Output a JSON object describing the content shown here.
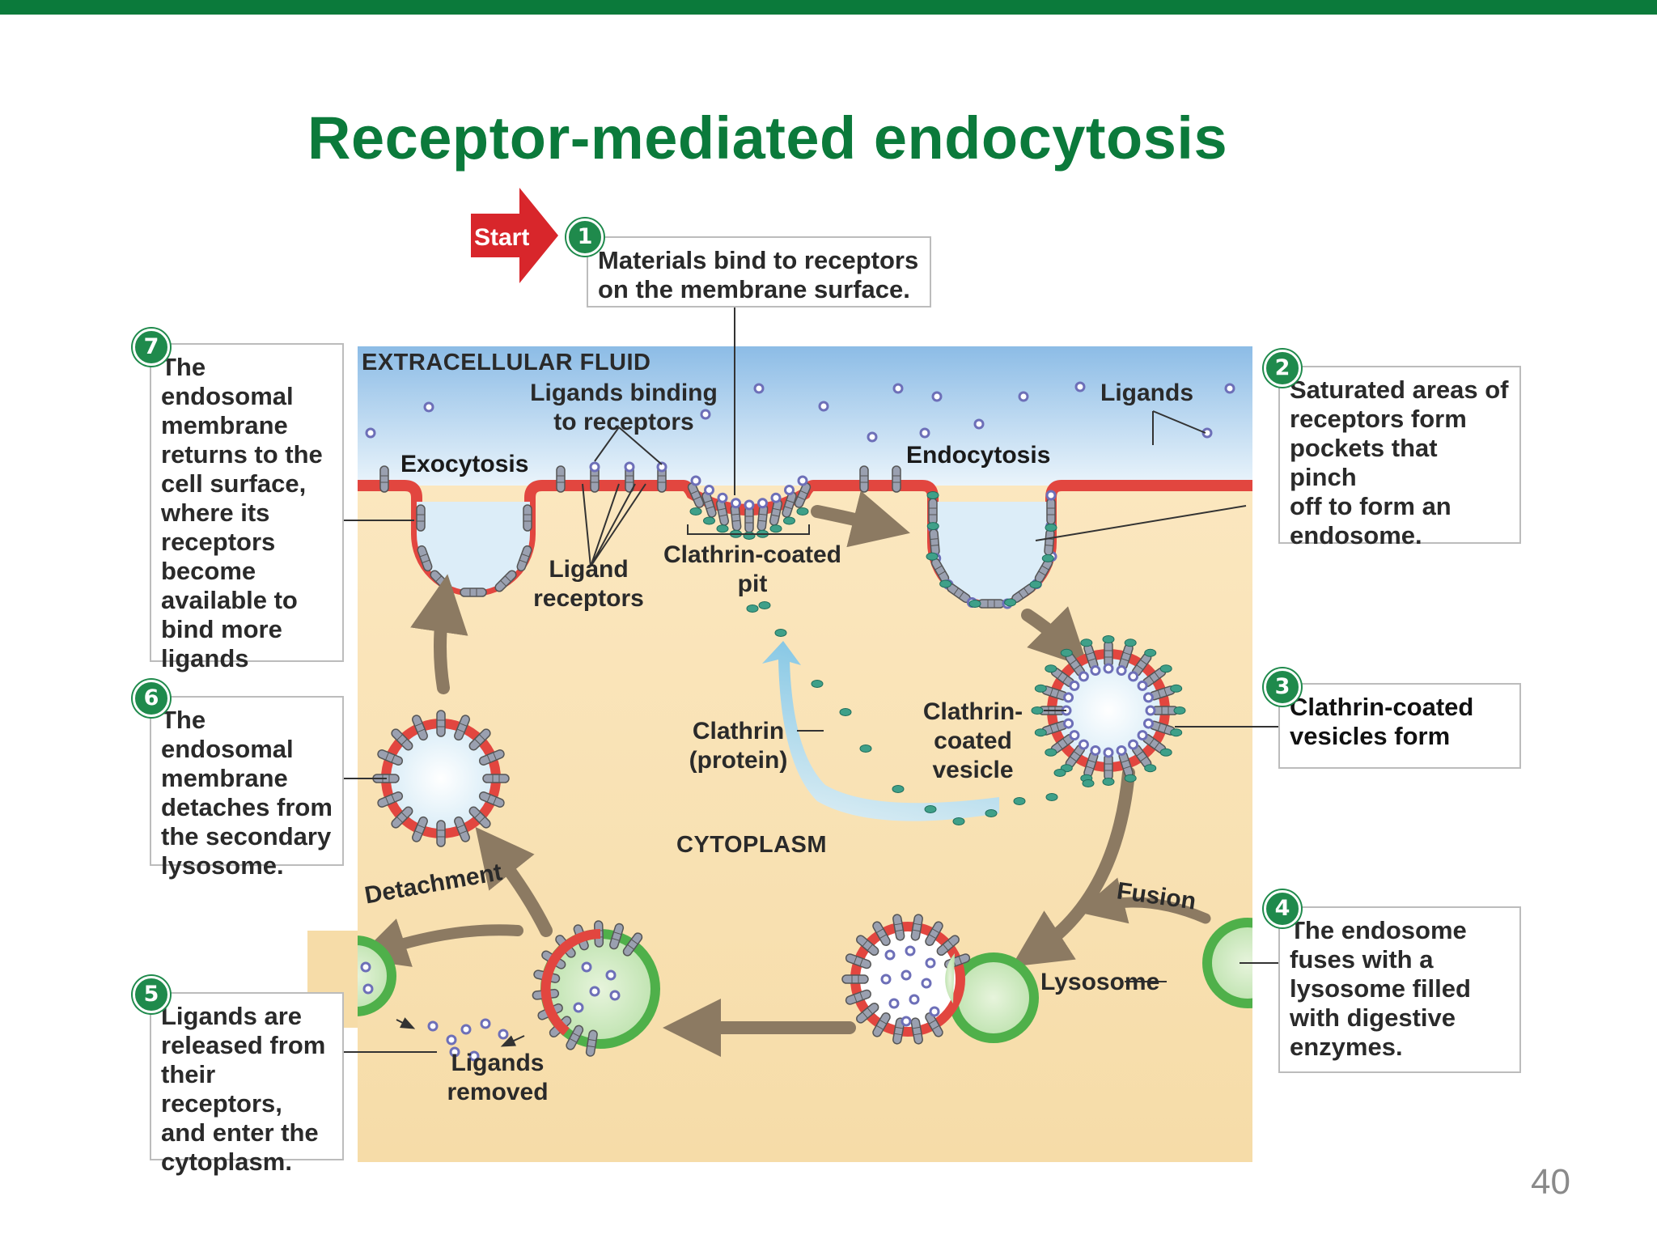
{
  "slide": {
    "title": "Receptor-mediated endocytosis",
    "page_number": "40",
    "accent_color": "#0b7a3b"
  },
  "start": {
    "label": "Start"
  },
  "steps": [
    {
      "number": "1",
      "text": "Materials bind to receptors\non the membrane surface."
    },
    {
      "number": "2",
      "text": "Saturated areas of\nreceptors form\npockets that pinch\noff to form an\nendosome."
    },
    {
      "number": "3",
      "text": "Clathrin-coated\nvesicles form"
    },
    {
      "number": "4",
      "text": "The endosome\nfuses with a\nlysosome filled\nwith digestive\nenzymes."
    },
    {
      "number": "5",
      "text": "Ligands are\nreleased from\ntheir receptors,\nand enter the\ncytoplasm."
    },
    {
      "number": "6",
      "text": "The endosomal\nmembrane\ndetaches from\nthe secondary\nlysosome."
    },
    {
      "number": "7",
      "text": "The endosomal\nmembrane\nreturns to the\ncell surface,\nwhere its\nreceptors\nbecome\navailable to\nbind more\nligands"
    }
  ],
  "labels": {
    "extracellular": "EXTRACELLULAR FLUID",
    "cytoplasm": "CYTOPLASM",
    "ligands_binding": "Ligands binding\nto receptors",
    "ligands": "Ligands",
    "exocytosis": "Exocytosis",
    "endocytosis": "Endocytosis",
    "ligand_receptors": "Ligand\nreceptors",
    "clathrin_pit": "Clathrin-coated\npit",
    "clathrin_protein": "Clathrin\n(protein)",
    "clathrin_vesicle": "Clathrin-\ncoated\nvesicle",
    "fusion": "Fusion",
    "lysosome": "Lysosome",
    "detachment": "Detachment",
    "ligands_removed": "Ligands\nremoved"
  },
  "colors": {
    "extracellular": "#9fc6ea",
    "cytoplasm": "#f9e3b4",
    "membrane": "#e2463f",
    "receptor": "#9aa0b0",
    "ligand": "#6d6fb8",
    "clathrin": "#3fa089",
    "lysosome": "#4fb04a",
    "arrow": "#8c7a62"
  }
}
